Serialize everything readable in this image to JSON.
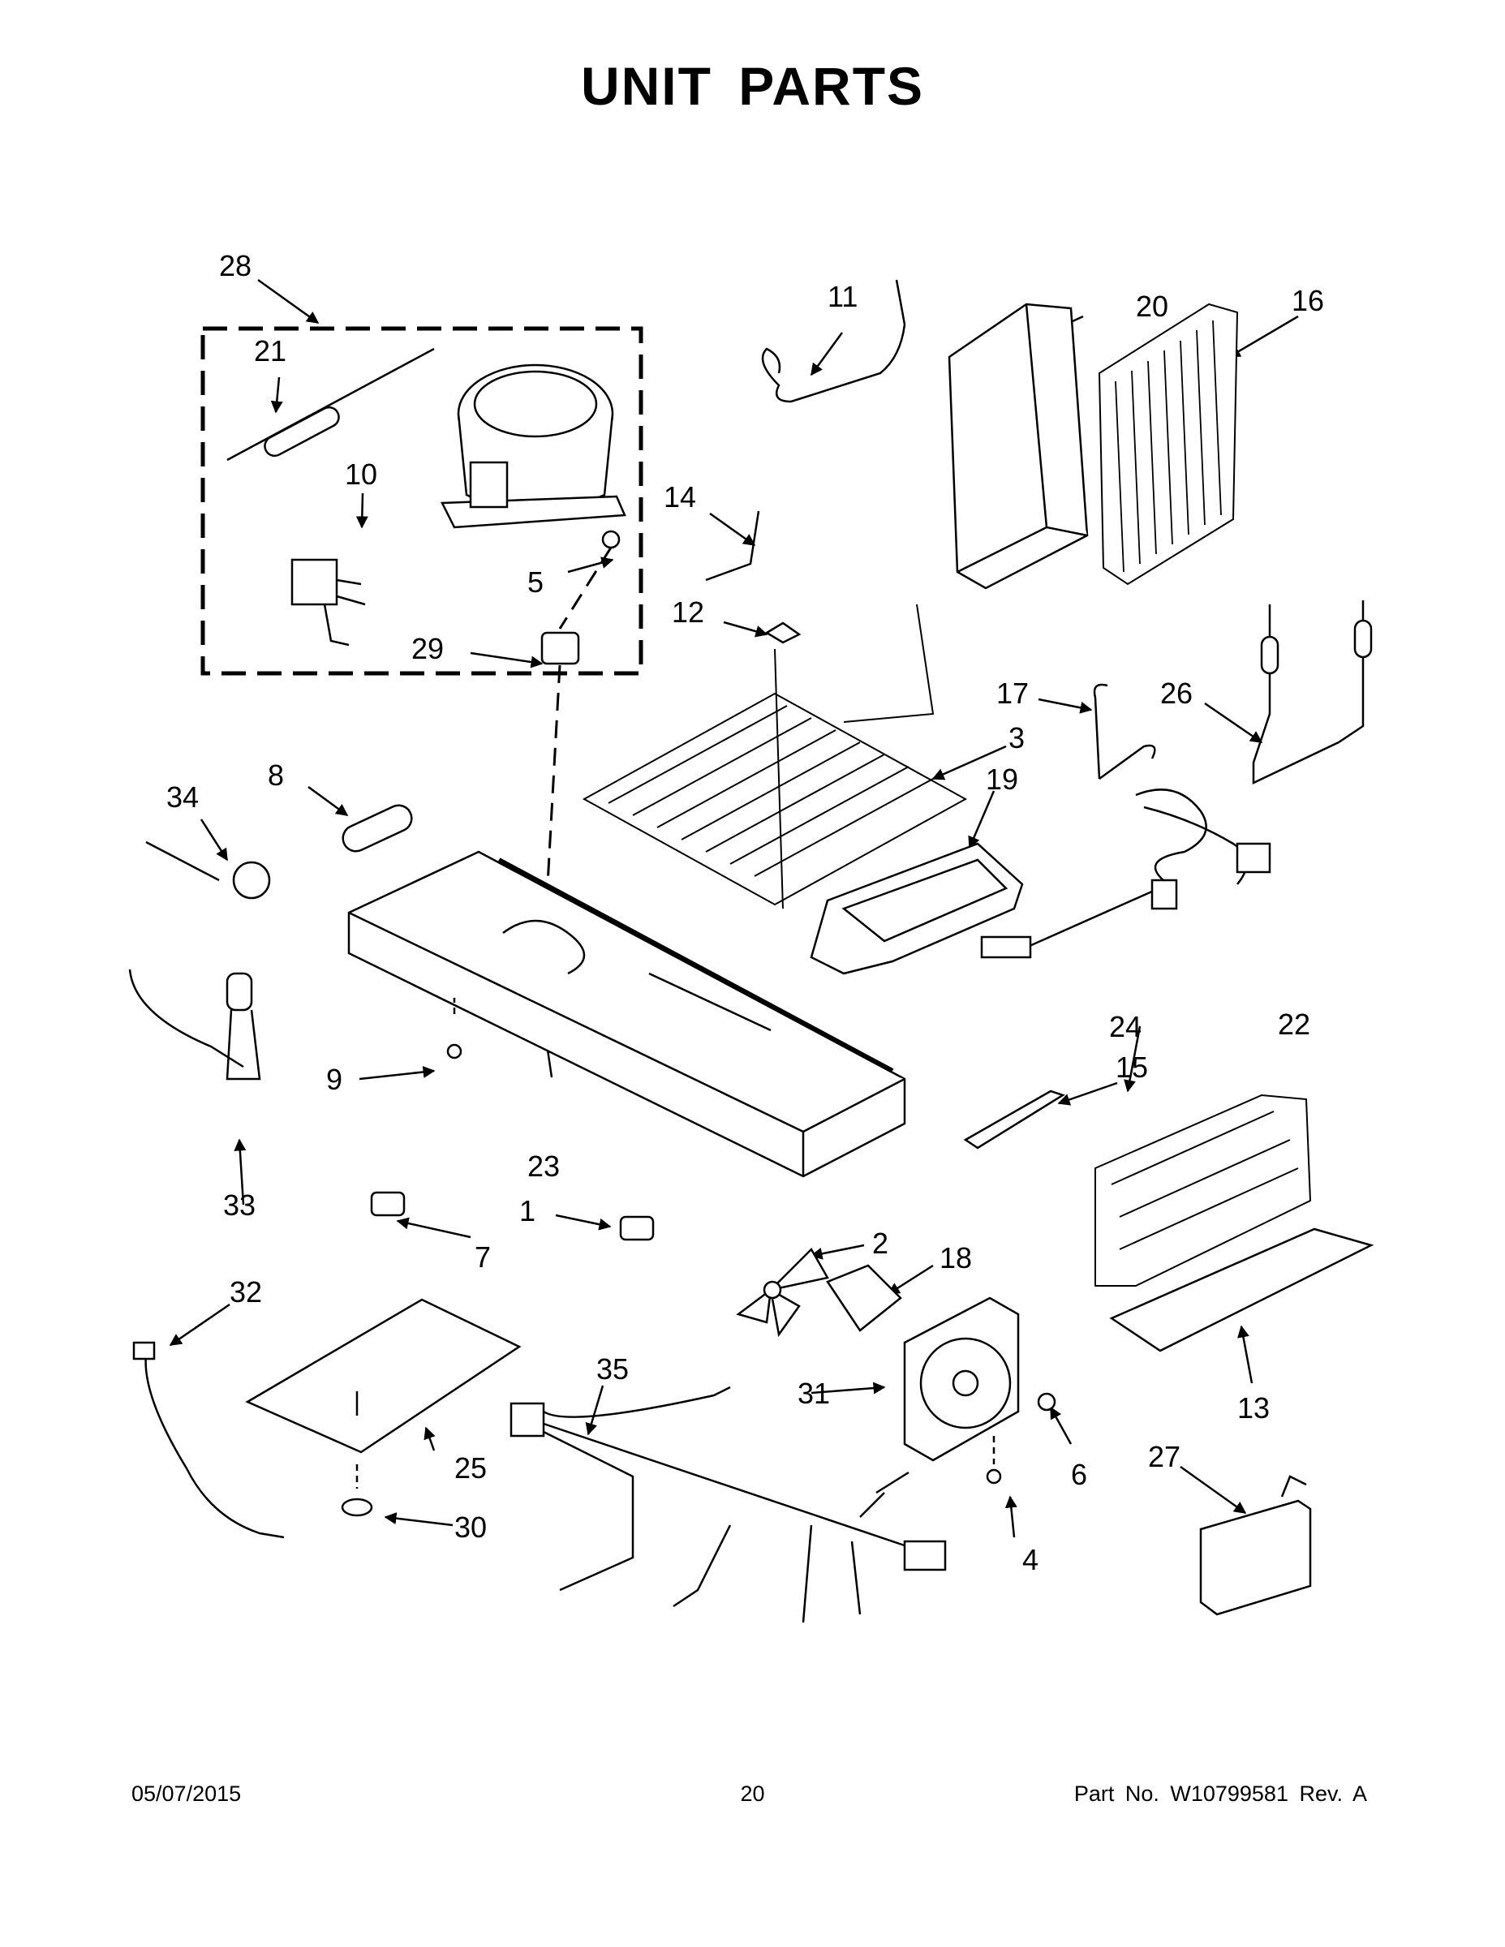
{
  "title": "UNIT  PARTS",
  "labels": {
    "n1": "1",
    "n2": "2",
    "n3": "3",
    "n4": "4",
    "n5": "5",
    "n6": "6",
    "n7": "7",
    "n8": "8",
    "n9": "9",
    "n10": "10",
    "n11": "11",
    "n12": "12",
    "n13": "13",
    "n14": "14",
    "n15": "15",
    "n16": "16",
    "n17": "17",
    "n18": "18",
    "n19": "19",
    "n20": "20",
    "n21": "21",
    "n22": "22",
    "n23": "23",
    "n24": "24",
    "n25": "25",
    "n26": "26",
    "n27": "27",
    "n28": "28",
    "n29": "29",
    "n30": "30",
    "n31": "31",
    "n32": "32",
    "n33": "33",
    "n34": "34",
    "n35": "35"
  },
  "footer": {
    "date": "05/07/2015",
    "page": "20",
    "part": "Part No.  W10799581  Rev.  A"
  }
}
